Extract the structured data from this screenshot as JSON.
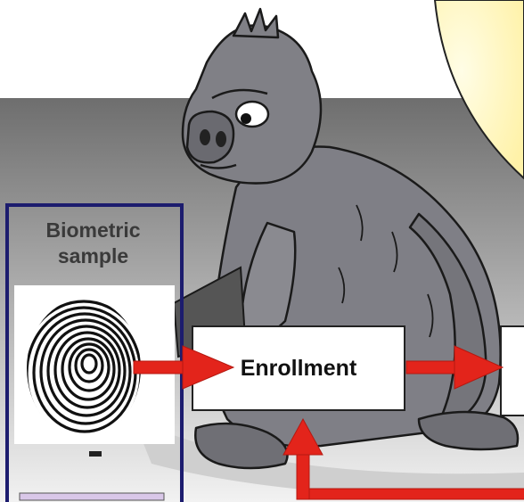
{
  "diagram": {
    "sample_label": "Biometric sample",
    "enroll_label": "Enrollment"
  },
  "colors": {
    "background_gradient_top": "#6e6e6e",
    "background_gradient_bottom": "#f2f2f2",
    "sun": "#fff7c2",
    "gorilla": "#7f7f86",
    "arrow": "#e3241b",
    "panel_border": "#1c1c6e"
  },
  "icons": [
    "gorilla-illustration",
    "fingerprint-icon",
    "sun-shape"
  ]
}
